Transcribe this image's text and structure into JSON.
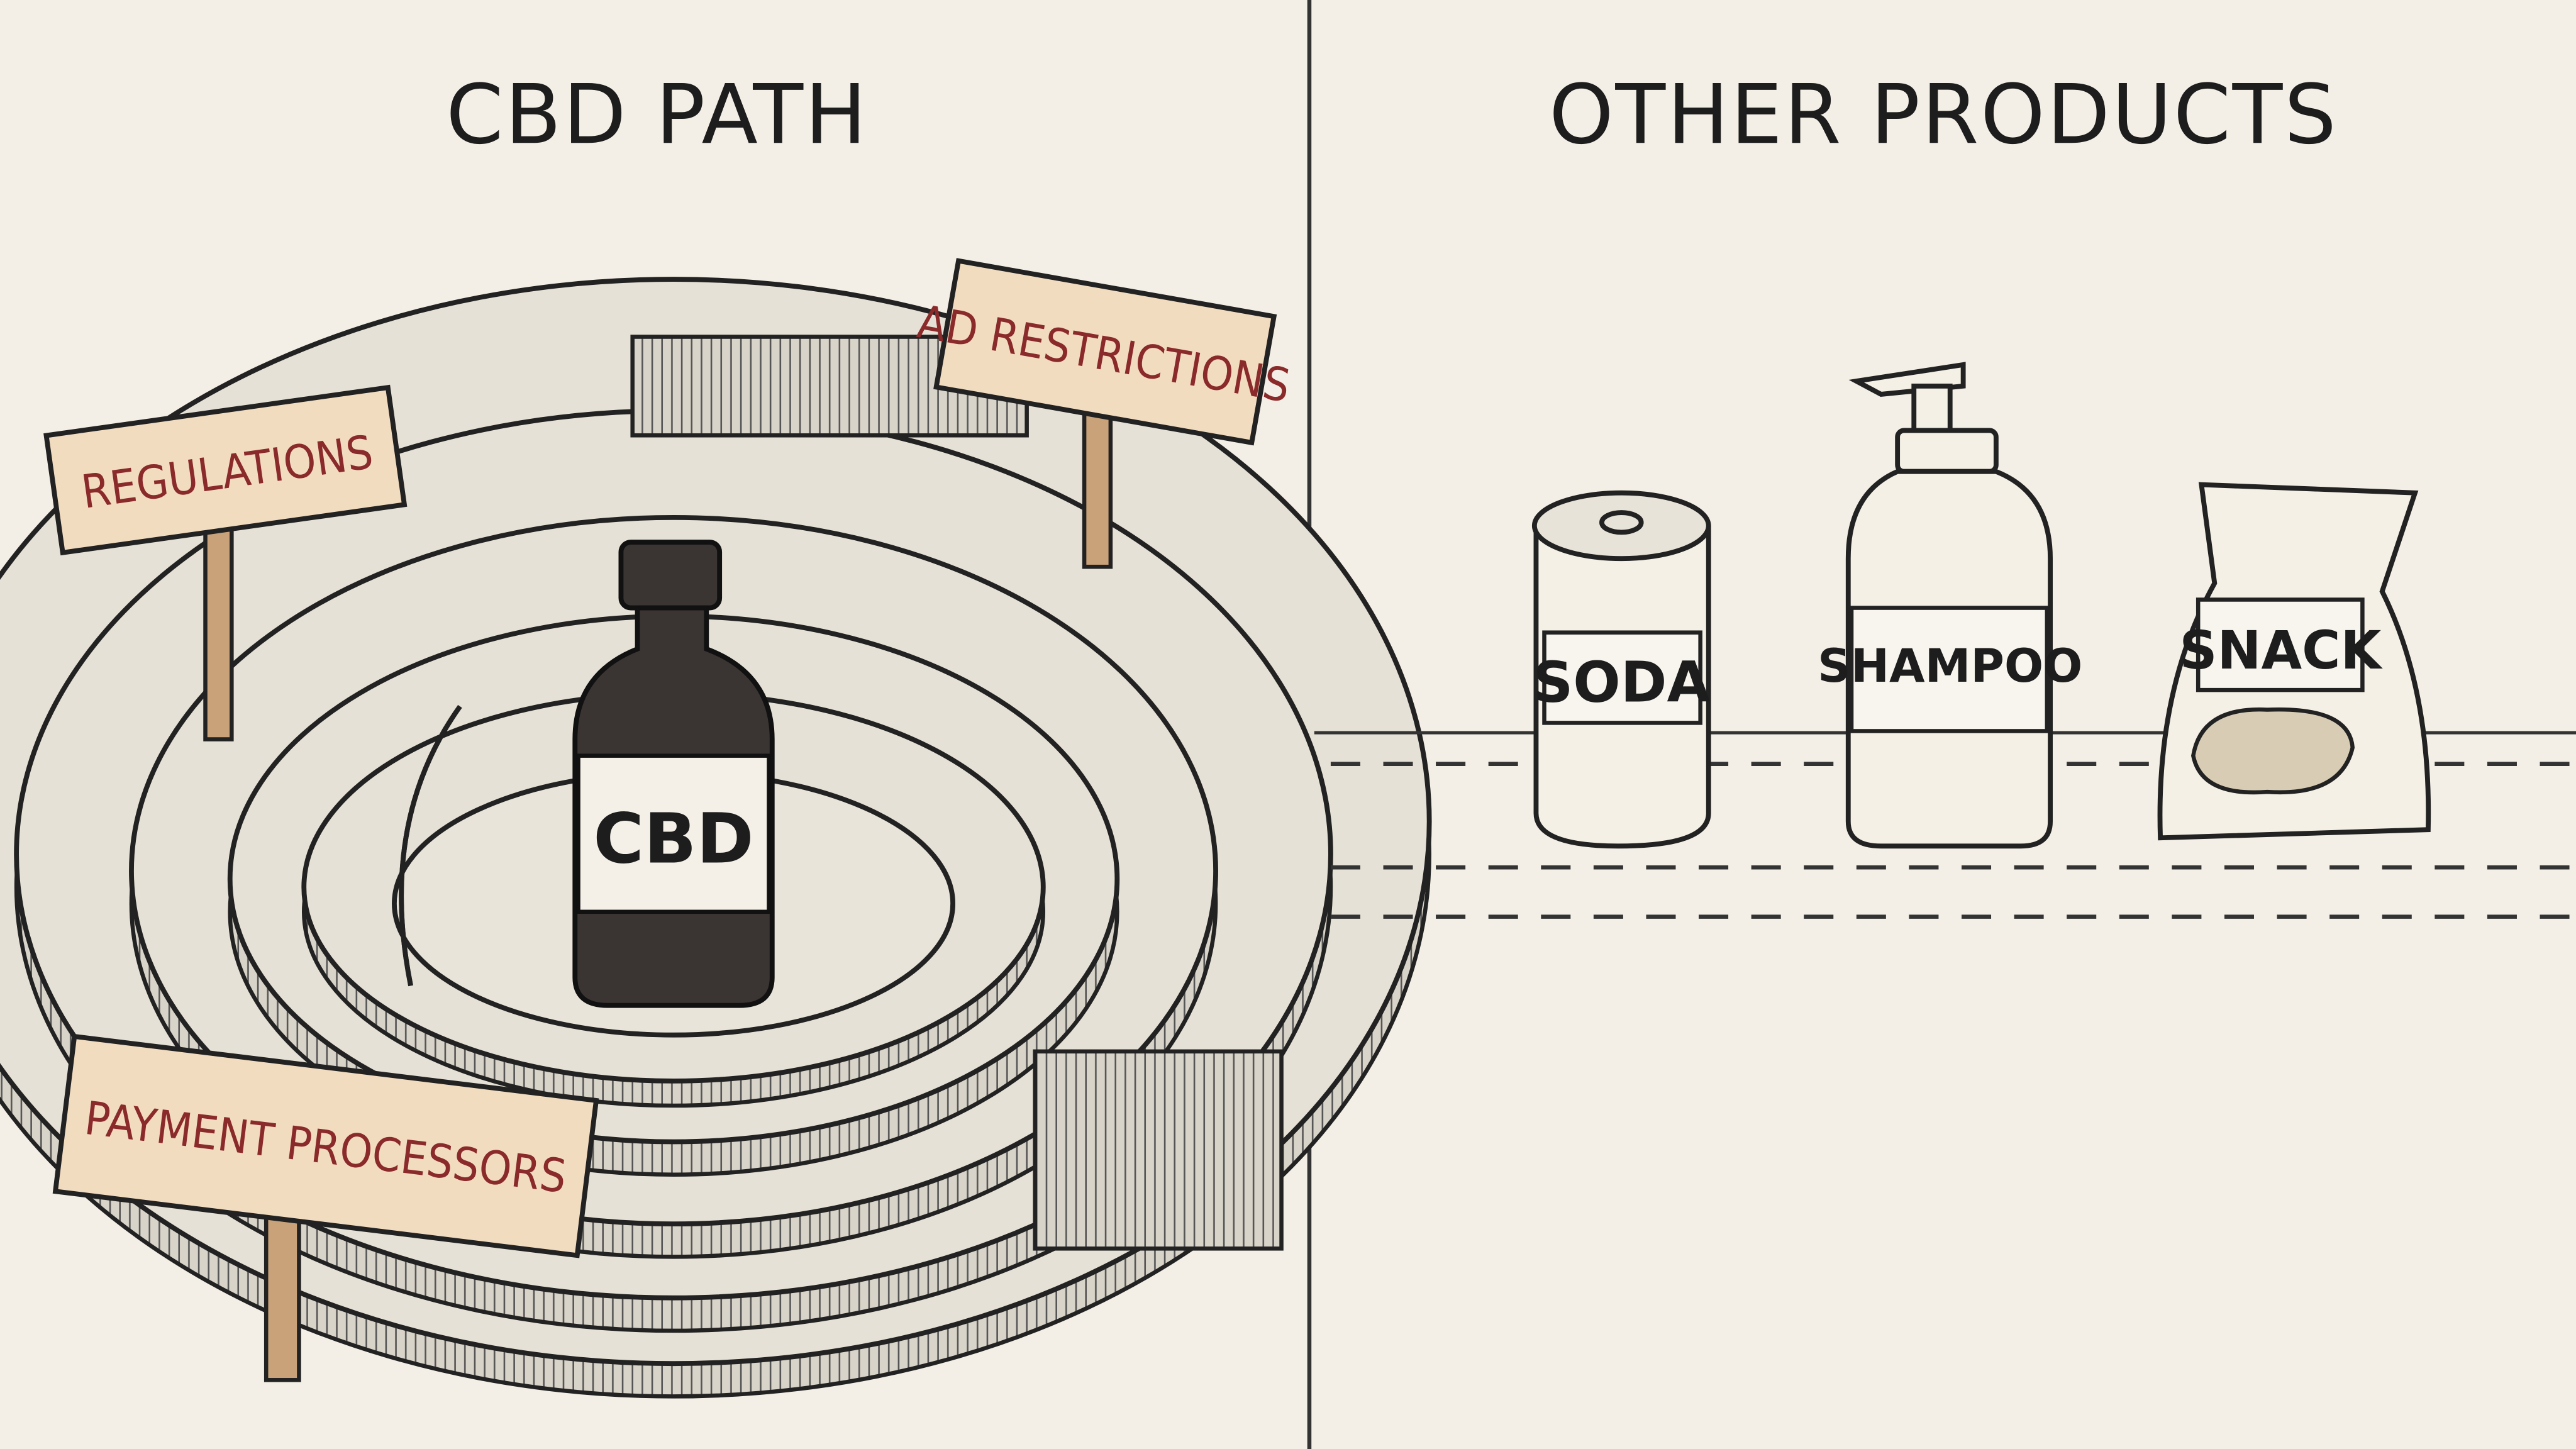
{
  "left_panel": {
    "title": "CBD PATH",
    "bottle_label": "CBD",
    "signs": [
      "REGULATIONS",
      "AD RESTRICTIONS",
      "PAYMENT PROCESSORS"
    ]
  },
  "right_panel": {
    "title": "OTHER PRODUCTS",
    "products": [
      "SODA",
      "SHAMPOO",
      "SNACK"
    ]
  },
  "colors": {
    "background": "#f3efe6",
    "ink": "#222222",
    "sign_board": "#f2dcc0",
    "sign_text": "#8a2a2a",
    "bottle": "#3a3533"
  }
}
